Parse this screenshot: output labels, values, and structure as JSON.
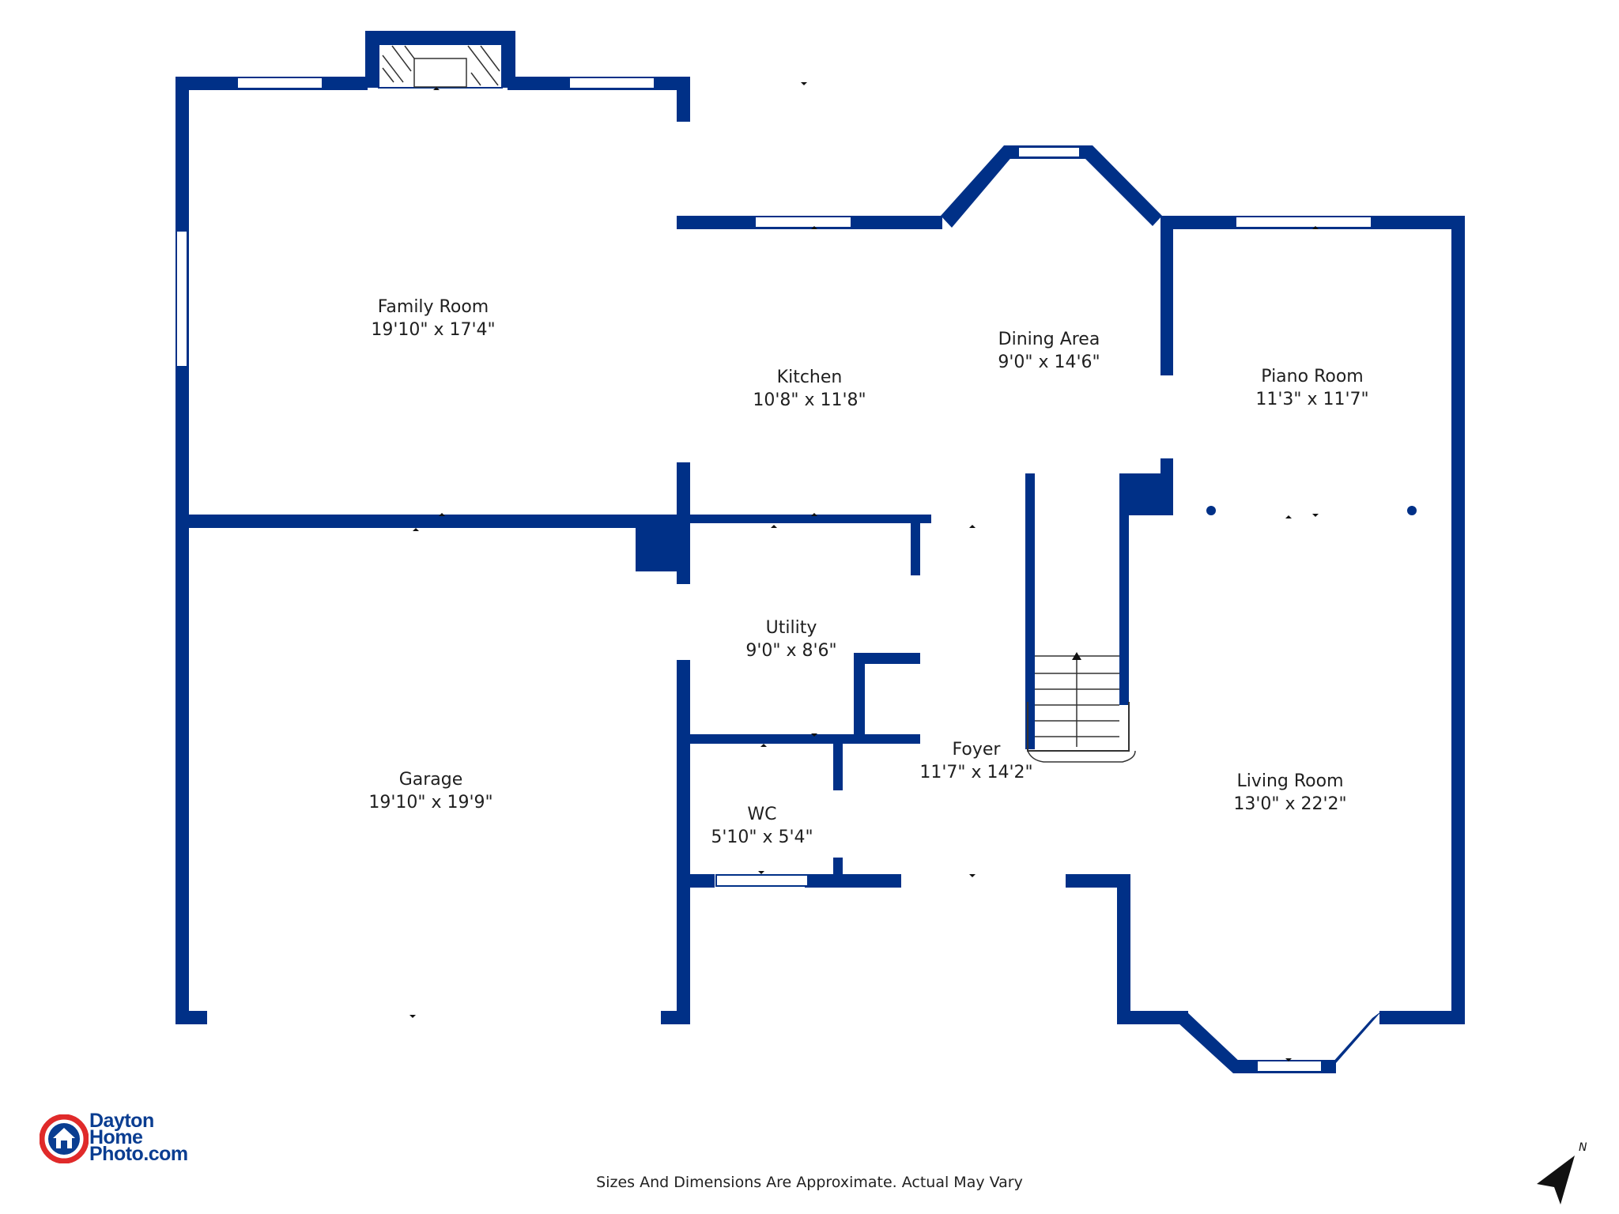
{
  "rooms": {
    "family_room": {
      "name": "Family Room",
      "dims": "19'10\" x 17'4\""
    },
    "kitchen": {
      "name": "Kitchen",
      "dims": "10'8\" x 11'8\""
    },
    "dining_area": {
      "name": "Dining Area",
      "dims": "9'0\" x 14'6\""
    },
    "piano_room": {
      "name": "Piano Room",
      "dims": "11'3\" x 11'7\""
    },
    "utility": {
      "name": "Utility",
      "dims": "9'0\" x 8'6\""
    },
    "garage": {
      "name": "Garage",
      "dims": "19'10\" x 19'9\""
    },
    "foyer": {
      "name": "Foyer",
      "dims": "11'7\" x 14'2\""
    },
    "wc": {
      "name": "WC",
      "dims": "5'10\" x 5'4\""
    },
    "living_room": {
      "name": "Living Room",
      "dims": "13'0\" x 22'2\""
    }
  },
  "brand": {
    "line1": "Dayton",
    "line2": "Home",
    "line3": "Photo.com"
  },
  "disclaimer": "Sizes And Dimensions Are Approximate. Actual May Vary",
  "compass": {
    "label": "N"
  },
  "colors": {
    "wall": "#003087",
    "brand_blue": "#0a3d91",
    "brand_red": "#e02a2a"
  }
}
